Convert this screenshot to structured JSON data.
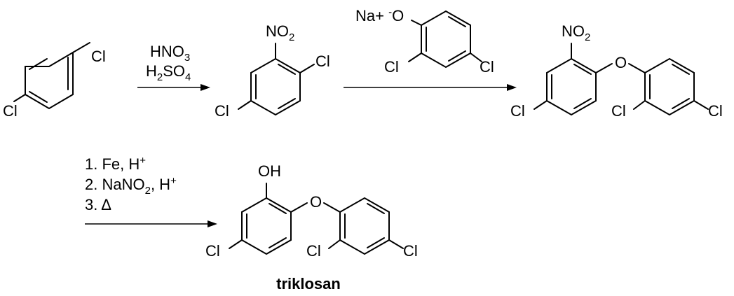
{
  "scheme": {
    "step1": {
      "reagent_line1": "HNO",
      "reagent_line1_sub": "3",
      "reagent_line2_a": "H",
      "reagent_line2_sub1": "2",
      "reagent_line2_b": "SO",
      "reagent_line2_sub2": "4"
    },
    "step2": {
      "reagent_prefix": "Na+ ",
      "reagent_charge": "-",
      "reagent_atom": "O"
    },
    "step3": {
      "line1_a": "1. Fe, H",
      "line1_sup": "+",
      "line2_a": "2. NaNO",
      "line2_sub": "2",
      "line2_b": ", H",
      "line2_sup": "+",
      "line3": "3. Δ"
    },
    "atoms": {
      "cl": "Cl",
      "no2_base": "NO",
      "no2_sub": "2",
      "o": "O",
      "oh": "OH"
    },
    "product_name": "triklosan"
  }
}
